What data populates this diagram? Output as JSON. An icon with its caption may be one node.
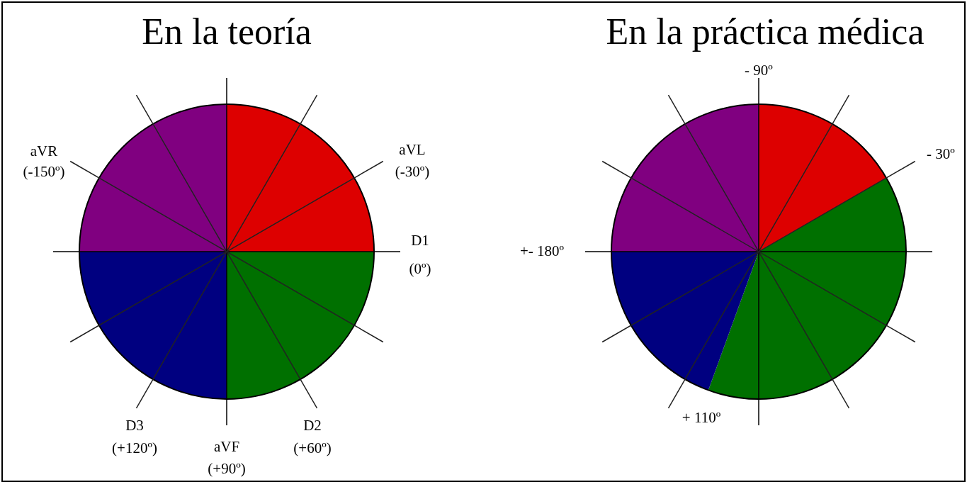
{
  "diagram": {
    "labels": [
      "En la teoría",
      "En la práctica médica",
      "- 90º",
      "aVR",
      "aVL",
      "- 30º",
      "(-150º)",
      "(-30º)",
      "D1",
      "+- 180º",
      "(0º)",
      "+ 110º",
      "D3",
      "D2",
      "(+120º)",
      "(+60º)",
      "aVF",
      "(+90º)"
    ]
  }
}
